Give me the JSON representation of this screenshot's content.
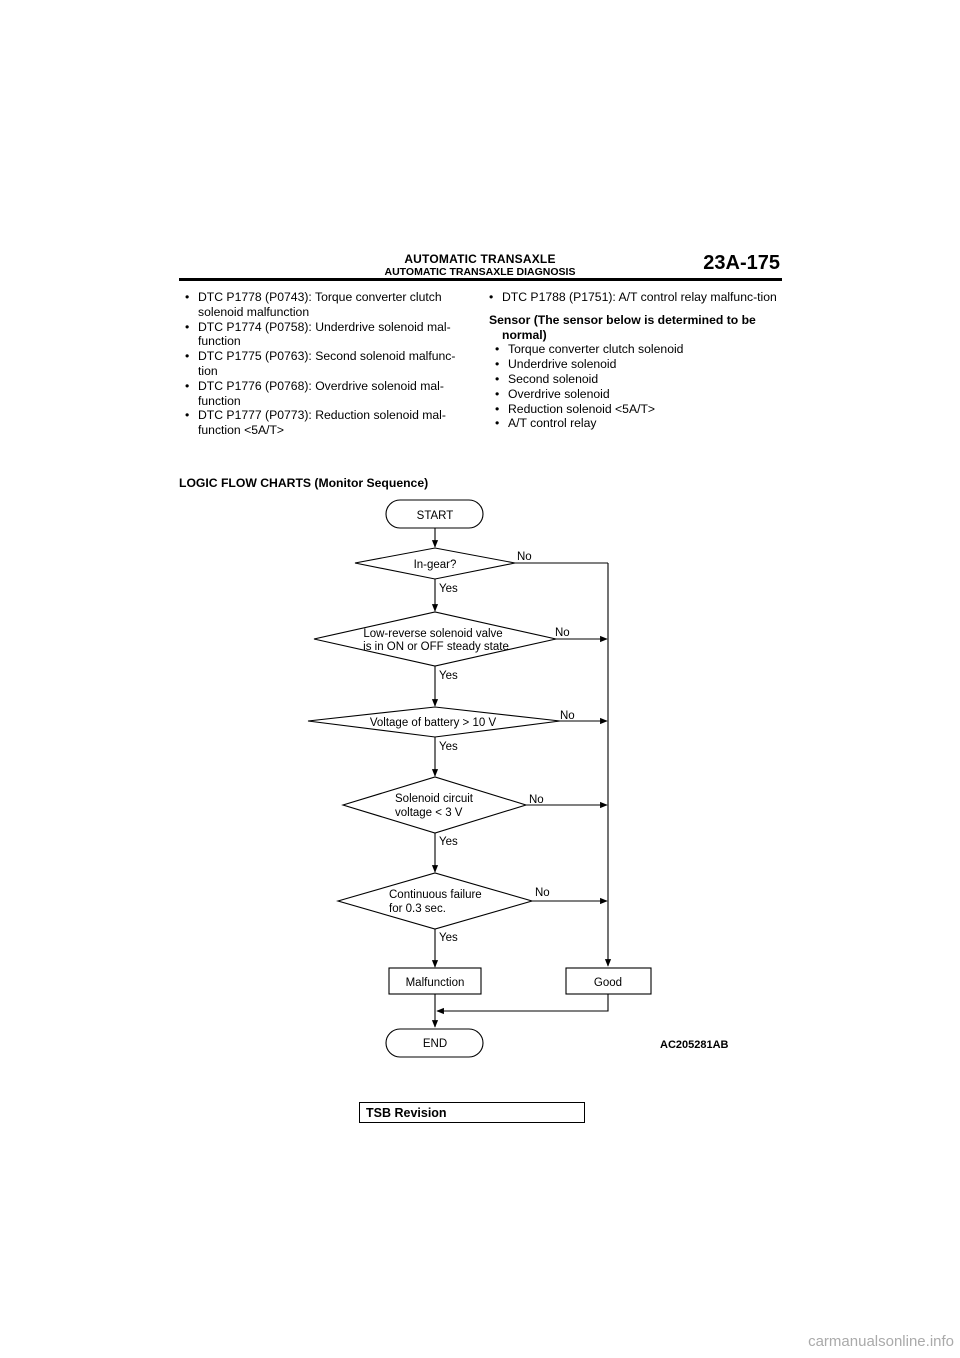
{
  "header": {
    "title": "AUTOMATIC TRANSAXLE",
    "subtitle": "AUTOMATIC TRANSAXLE DIAGNOSIS",
    "page_number": "23A-175"
  },
  "left_column": {
    "items": [
      "DTC P1778 (P0743): Torque converter clutch solenoid malfunction",
      "DTC P1774 (P0758): Underdrive solenoid mal-function",
      "DTC P1775 (P0763): Second solenoid malfunc-tion",
      "DTC P1776 (P0768): Overdrive solenoid mal-function",
      "DTC P1777 (P0773): Reduction solenoid mal-function <5A/T>"
    ]
  },
  "right_column": {
    "items": [
      "DTC P1788 (P1751): A/T control relay malfunc-tion"
    ],
    "sensor_heading": "Sensor (The sensor below is determined to be normal)",
    "sensor_items": [
      "Torque converter clutch solenoid",
      "Underdrive solenoid",
      "Second solenoid",
      "Overdrive solenoid",
      "Reduction solenoid <5A/T>",
      "A/T control relay"
    ]
  },
  "section_title": "LOGIC FLOW CHARTS (Monitor Sequence)",
  "flowchart": {
    "start": "START",
    "end": "END",
    "decisions": [
      {
        "lines": [
          "In-gear?"
        ]
      },
      {
        "lines": [
          "Low-reverse solenoid valve",
          "is in ON or OFF steady state"
        ]
      },
      {
        "lines": [
          "Voltage of battery > 10 V"
        ]
      },
      {
        "lines": [
          "Solenoid circuit",
          "voltage < 3 V"
        ]
      },
      {
        "lines": [
          "Continuous failure",
          "for 0.3 sec."
        ]
      }
    ],
    "yes_label": "Yes",
    "no_label": "No",
    "malfunction": "Malfunction",
    "good": "Good",
    "figure_code": "AC205281AB"
  },
  "tsb_revision": "TSB Revision",
  "footer": "carmanualsonline.info"
}
